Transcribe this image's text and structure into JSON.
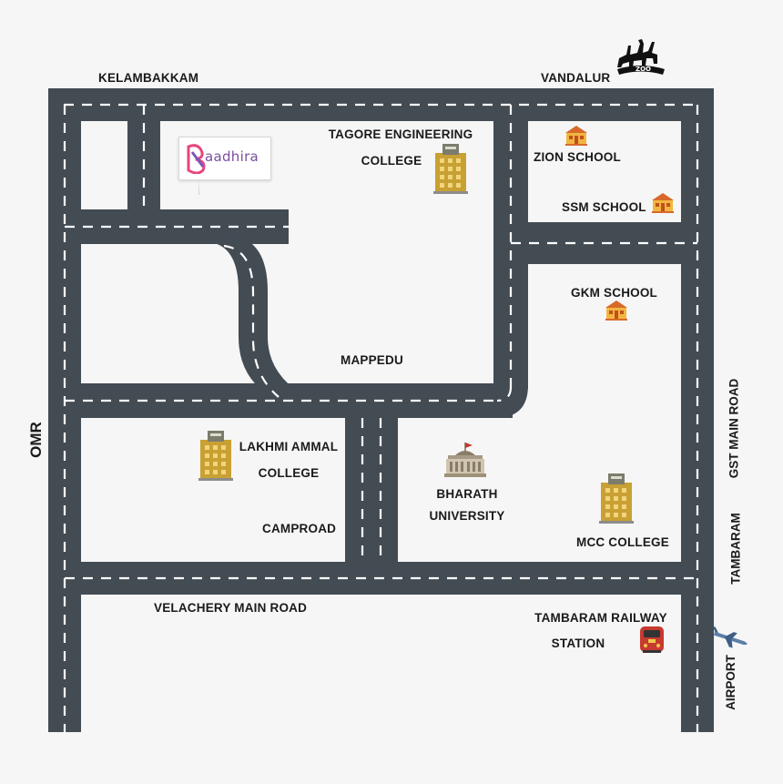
{
  "brand": {
    "name": "aadhira",
    "initial": "B"
  },
  "roads": {
    "top": "KELAMBAKKAM",
    "top_right": "VANDALUR",
    "left": "OMR",
    "right_upper": "GST MAIN ROAD",
    "right_middle": "TAMBARAM",
    "right_lower": "AIRPORT",
    "bottom": "VELACHERY MAIN ROAD",
    "inner_middle": "MAPPEDU",
    "camp": "CAMPROAD"
  },
  "landmarks": {
    "tagore_line1": "TAGORE ENGINEERING",
    "tagore_line2": "COLLEGE",
    "zion": "ZION SCHOOL",
    "ssm": "SSM SCHOOL",
    "gkm": "GKM SCHOOL",
    "lakhmi_line1": "LAKHMI AMMAL",
    "lakhmi_line2": "COLLEGE",
    "bharath_line1": "BHARATH",
    "bharath_line2": "UNIVERSITY",
    "mcc": "MCC COLLEGE",
    "railway_line1": "TAMBARAM RAILWAY",
    "railway_line2": "STATION",
    "zoo": "ZOO"
  },
  "colors": {
    "road": "#434b53",
    "dash": "#ffffff",
    "background": "#f6f6f6",
    "building": "#c9a033",
    "school_roof": "#d8692a",
    "school_wall": "#f2b640",
    "train": "#c73a2f"
  },
  "icons": [
    "zoo-icon",
    "building-icon",
    "school-icon",
    "university-icon",
    "train-icon",
    "airplane-icon",
    "map-pin-icon"
  ]
}
